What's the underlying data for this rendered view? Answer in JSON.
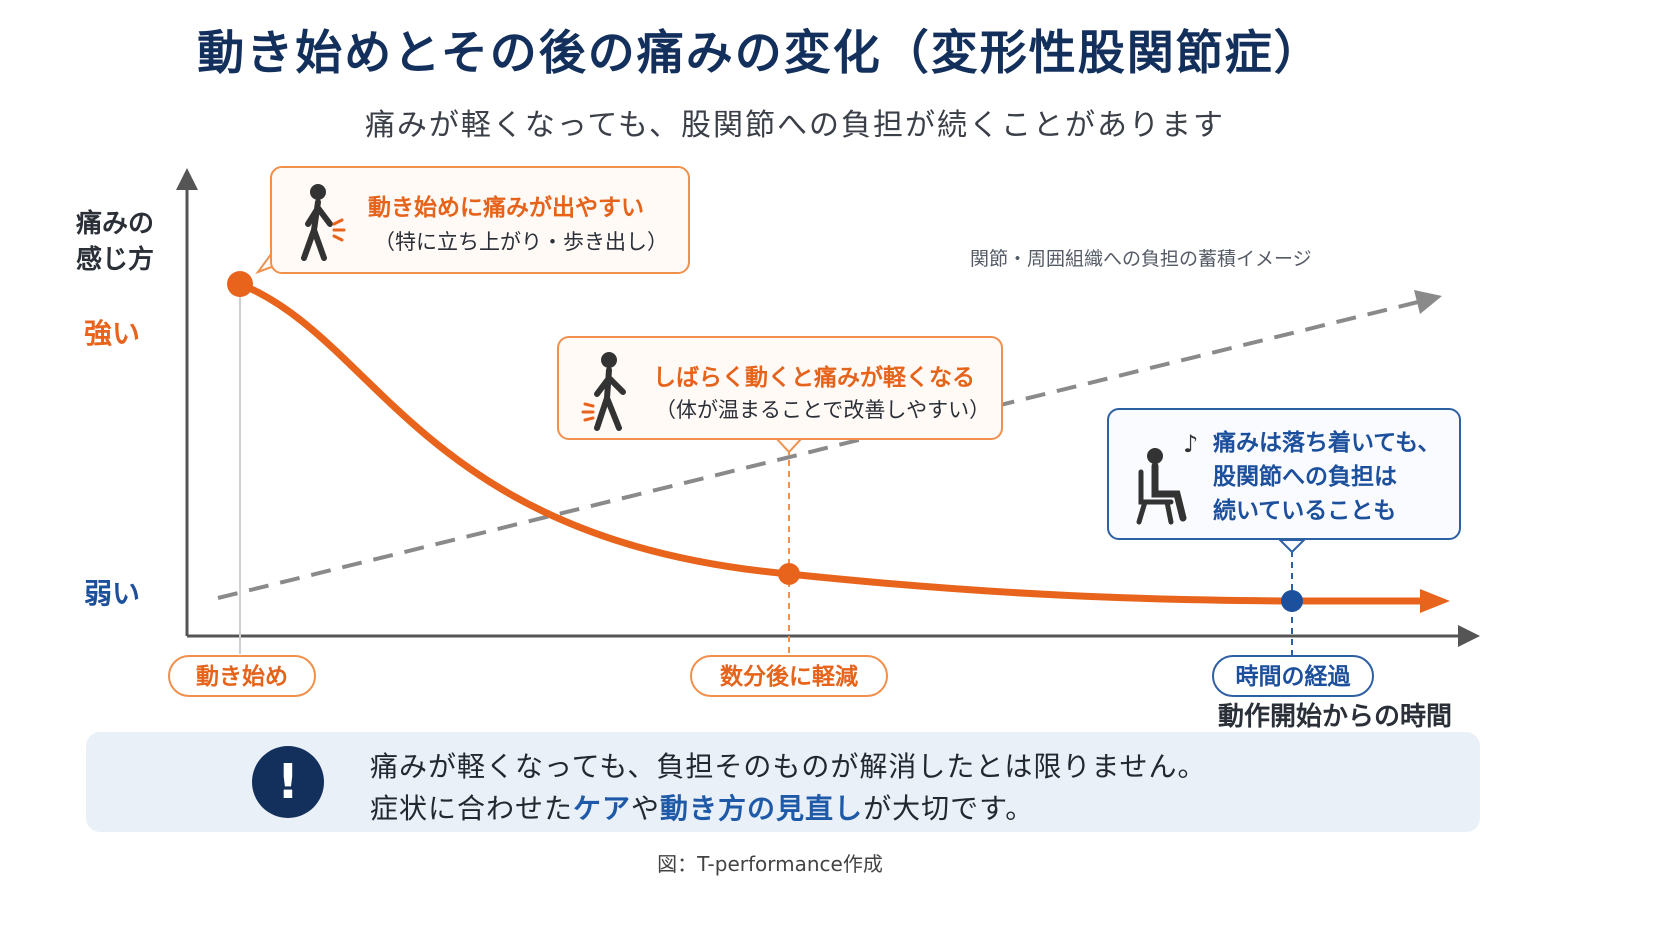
{
  "header": {
    "title": "動き始めとその後の痛みの変化（変形性股関節症）",
    "subtitle": "痛みが軽くなっても、股関節への負担が続くことがあります"
  },
  "axes": {
    "y_label_line1": "痛みの",
    "y_label_line2": "感じ方",
    "y_high": "強い",
    "y_low": "弱い",
    "x_label": "動作開始からの時間"
  },
  "accumulation": {
    "label": "関節・周囲組織への負担の蓄積イメージ"
  },
  "points": [
    {
      "pill": "動き始め",
      "main": "動き始めに痛みが出やすい",
      "sub": "（特に立ち上がり・歩き出し）"
    },
    {
      "pill": "数分後に軽減",
      "main": "しばらく動くと痛みが軽くなる",
      "sub": "（体が温まることで改善しやすい）"
    },
    {
      "pill": "時間の経過",
      "main_line1": "痛みは落ち着いても、",
      "main_line2": "股関節への負担は",
      "main_line3": "続いていることも"
    }
  ],
  "note": {
    "icon": "exclamation-icon",
    "line1": "痛みが軽くなっても、負担そのものが解消したとは限りません。",
    "line2_a": "症状に合わせた",
    "line2_b": "ケア",
    "line2_c": "や",
    "line2_d": "動き方の見直し",
    "line2_e": "が大切です。"
  },
  "credit": "図：T-performance作成",
  "colors": {
    "pain_curve": "#e8641c",
    "load_line": "#8a8a8a",
    "navy": "#13305c",
    "blue": "#1c4f9c",
    "note_bg": "#e9f0f8"
  }
}
